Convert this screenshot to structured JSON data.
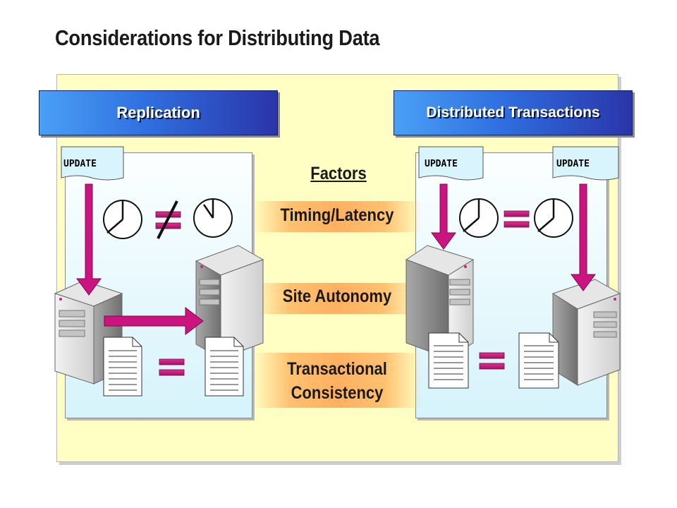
{
  "title": "Considerations for Distributing Data",
  "left": {
    "header": "Replication",
    "update_label": "UPDATE"
  },
  "right": {
    "header": "Distributed Transactions",
    "update_label_1": "UPDATE",
    "update_label_2": "UPDATE"
  },
  "factors": {
    "heading": "Factors",
    "items": [
      "Timing/Latency",
      "Site Autonomy",
      "Transactional Consistency"
    ]
  },
  "icons": [
    "server-icon",
    "clock-icon",
    "document-icon",
    "equals-icon",
    "not-equals-icon",
    "arrow-icon",
    "update-flag-icon"
  ],
  "colors": {
    "arrow": "#cc1480",
    "header_start": "#4aa0f5",
    "header_end": "#2a35a8",
    "background": "#ffffc4",
    "factor_band": "#ffb060"
  }
}
